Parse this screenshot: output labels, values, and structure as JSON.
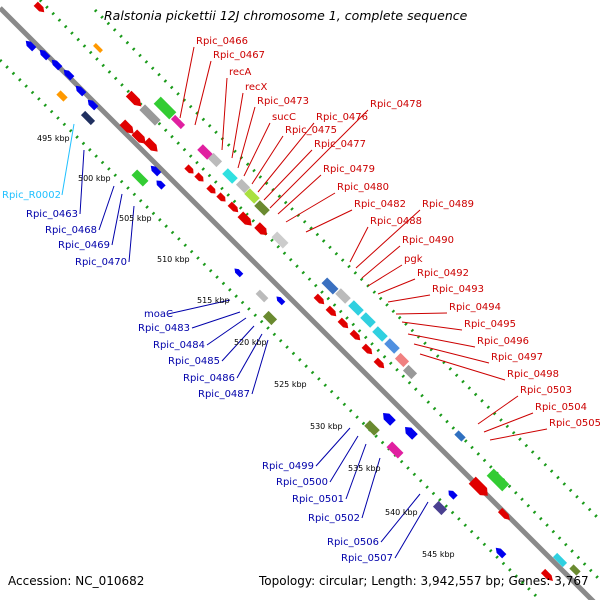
{
  "title": "Ralstonia pickettii 12J chromosome 1, complete sequence",
  "footer": {
    "accession": "Accession: NC_010682",
    "topology": "Topology: circular; Length: 3,942,557 bp; Genes: 3,767"
  },
  "colors": {
    "forward": "#e00000",
    "reverse": "#0000ee",
    "backbone": "#8a8a8a",
    "track_dots": "#1a9a1a",
    "label_forward": "#cc0000",
    "label_reverse": "#0000aa",
    "label_rna": "#20c0ff"
  },
  "tick_labels": [
    "495 kbp",
    "500 kbp",
    "505 kbp",
    "510 kbp",
    "515 kbp",
    "520 kbp",
    "525 kbp",
    "530 kbp",
    "535 kbp",
    "540 kbp",
    "545 kbp"
  ],
  "forward_labels": [
    "Rpic_0466",
    "Rpic_0467",
    "recA",
    "recX",
    "Rpic_0473",
    "sucC",
    "Rpic_0475",
    "Rpic_0476",
    "Rpic_0477",
    "Rpic_0478",
    "Rpic_0479",
    "Rpic_0480",
    "Rpic_0482",
    "Rpic_0488",
    "Rpic_0489",
    "Rpic_0490",
    "pgk",
    "Rpic_0492",
    "Rpic_0493",
    "Rpic_0494",
    "Rpic_0495",
    "Rpic_0496",
    "Rpic_0497",
    "Rpic_0498",
    "Rpic_0503",
    "Rpic_0504",
    "Rpic_0505"
  ],
  "reverse_labels": [
    "Rpic_0463",
    "Rpic_0468",
    "Rpic_0469",
    "Rpic_0470",
    "moaC",
    "Rpic_0483",
    "Rpic_0484",
    "Rpic_0485",
    "Rpic_0486",
    "Rpic_0487",
    "Rpic_0499",
    "Rpic_0500",
    "Rpic_0501",
    "Rpic_0502",
    "Rpic_0506",
    "Rpic_0507"
  ],
  "rna_labels": [
    "Rpic_R0002"
  ]
}
